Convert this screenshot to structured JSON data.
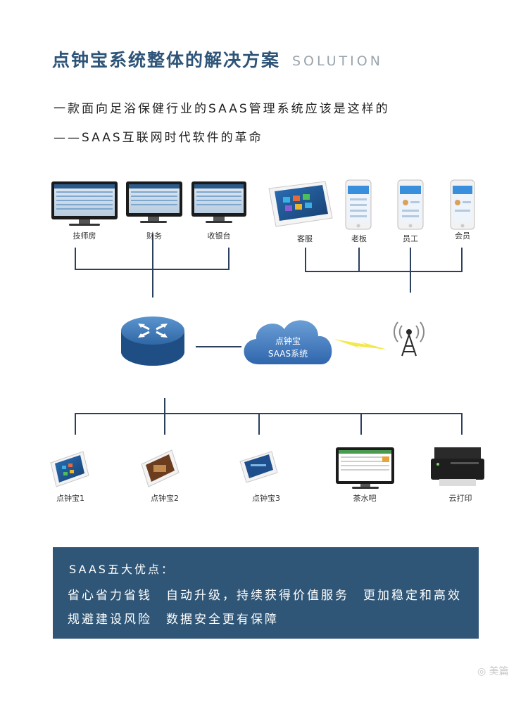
{
  "header": {
    "title": "点钟宝系统整体的解决方案",
    "title_en": "SOLUTION",
    "line1": "一款面向足浴保健行业的SAAS管理系统应该是这样的",
    "line2": "——SAAS互联网时代软件的革命"
  },
  "top_left_devices": [
    {
      "label": "技师房",
      "icon": "monitor-icon"
    },
    {
      "label": "财务",
      "icon": "monitor-icon"
    },
    {
      "label": "收银台",
      "icon": "monitor-icon"
    }
  ],
  "top_right_devices": [
    {
      "label": "客服",
      "icon": "tablet-icon"
    },
    {
      "label": "老板",
      "icon": "phone-icon"
    },
    {
      "label": "员工",
      "icon": "phone-icon"
    },
    {
      "label": "会员",
      "icon": "phone-icon"
    }
  ],
  "cloud": {
    "line1": "点钟宝",
    "line2": "SAAS系统"
  },
  "bottom_devices": [
    {
      "label": "点钟宝1",
      "icon": "tablet-icon"
    },
    {
      "label": "点钟宝2",
      "icon": "tablet-icon"
    },
    {
      "label": "点钟宝3",
      "icon": "tablet-icon"
    },
    {
      "label": "茶水吧",
      "icon": "monitor-icon"
    },
    {
      "label": "云打印",
      "icon": "printer-icon"
    }
  ],
  "advantages": {
    "heading": "SAAS五大优点：",
    "line1": "省心省力省钱　自动升级，持续获得价值服务　更加稳定和高效",
    "line2": "规避建设风险　数据安全更有保障"
  },
  "watermark": "美篇",
  "colors": {
    "accent": "#2e5478",
    "box": "#2f5677",
    "line": "#2b3f5e",
    "router": "#3a74b2",
    "cloud": "#3f78bf"
  }
}
